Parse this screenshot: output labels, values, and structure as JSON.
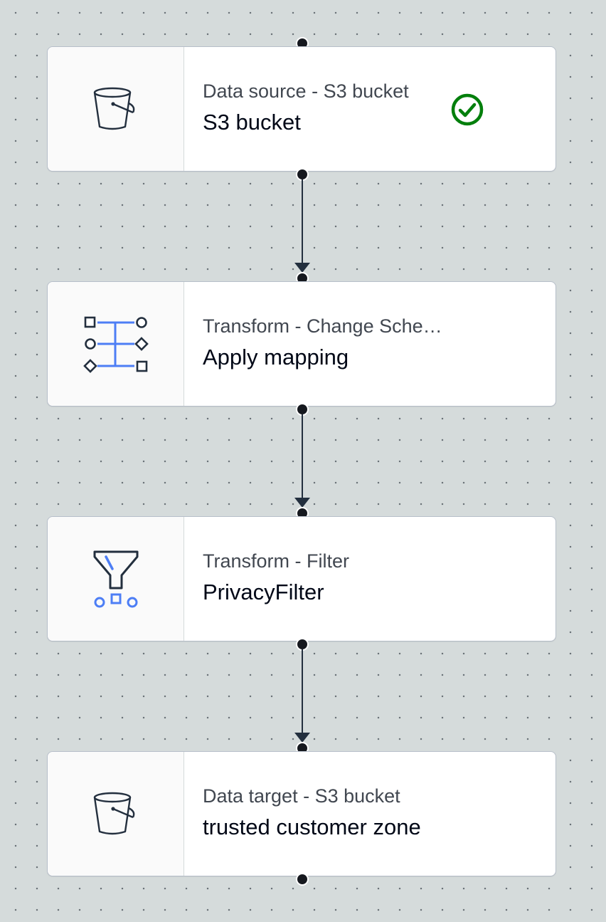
{
  "nodes": [
    {
      "type_label": "Data source - S3 bucket",
      "name": "S3 bucket",
      "icon": "s3-bucket-icon",
      "status": "success",
      "status_icon": "check-circle-icon"
    },
    {
      "type_label": "Transform - Change Sche…",
      "name": "Apply mapping",
      "icon": "apply-mapping-icon"
    },
    {
      "type_label": "Transform - Filter",
      "name": "PrivacyFilter",
      "icon": "filter-funnel-icon"
    },
    {
      "type_label": "Data target - S3 bucket",
      "name": "trusted customer zone",
      "icon": "s3-bucket-icon"
    }
  ],
  "colors": {
    "canvas_background": "#d5dbdb",
    "grid_dot": "#6b7378",
    "node_background": "#ffffff",
    "icon_cell_background": "#fafafa",
    "edge": "#232f3e",
    "accent_blue": "#4d7ef5",
    "success_green": "#037f0c",
    "text_primary": "#000716",
    "text_secondary": "#414750"
  }
}
